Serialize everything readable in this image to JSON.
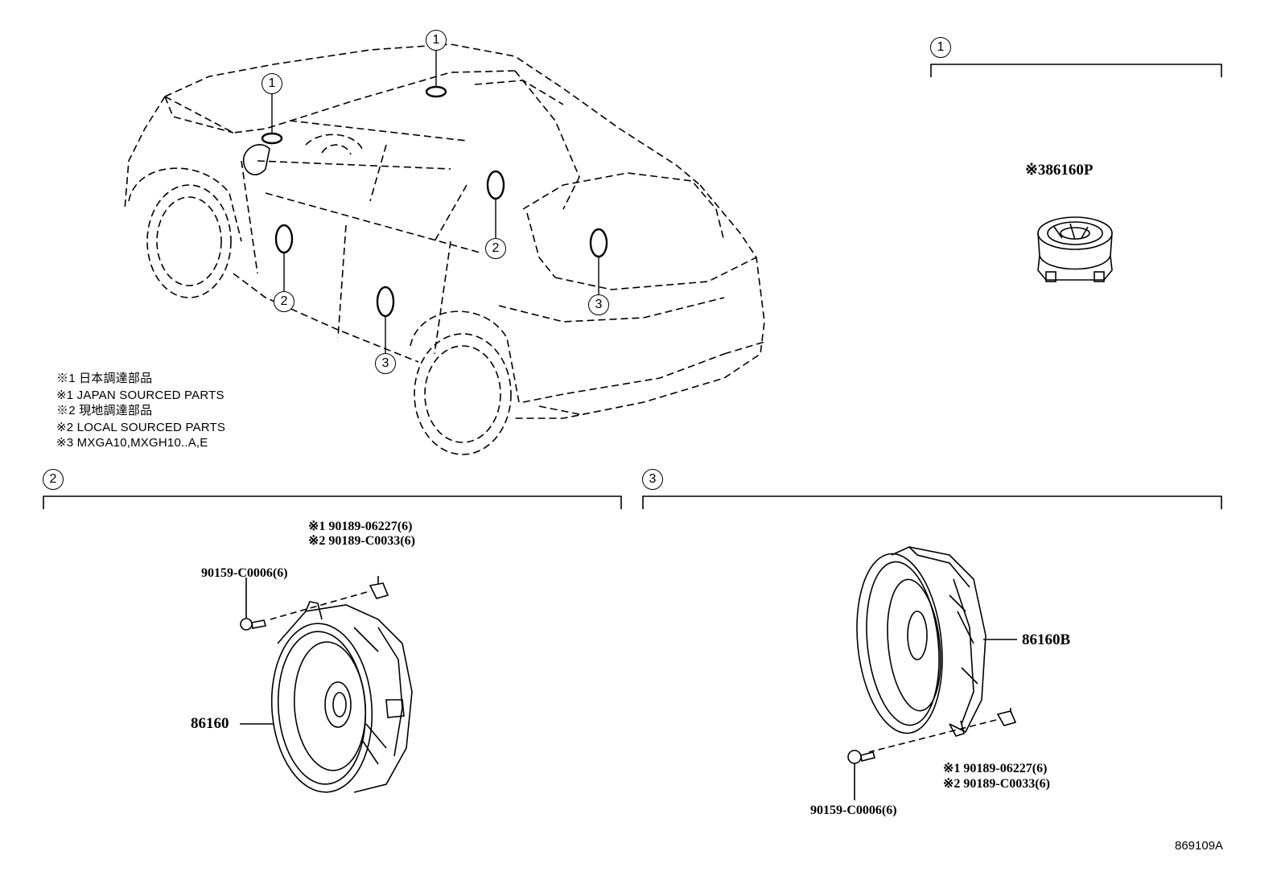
{
  "callouts": {
    "one": "1",
    "two": "2",
    "three": "3"
  },
  "notes": [
    "※1 日本調達部品",
    "※1 JAPAN SOURCED PARTS",
    "※2 現地調達部品",
    "※2 LOCAL SOURCED PARTS",
    "※3 MXGA10,MXGH10..A,E"
  ],
  "group1": {
    "part": "※386160P"
  },
  "group2": {
    "screw_note1": "※1 90189-06227(6)",
    "screw_note2": "※2 90189-C0033(6)",
    "bolt": "90159-C0006(6)",
    "speaker": "86160"
  },
  "group3": {
    "speaker": "86160B",
    "screw_note1": "※1 90189-06227(6)",
    "screw_note2": "※2 90189-C0033(6)",
    "bolt": "90159-C0006(6)"
  },
  "figure_id": "869109A"
}
